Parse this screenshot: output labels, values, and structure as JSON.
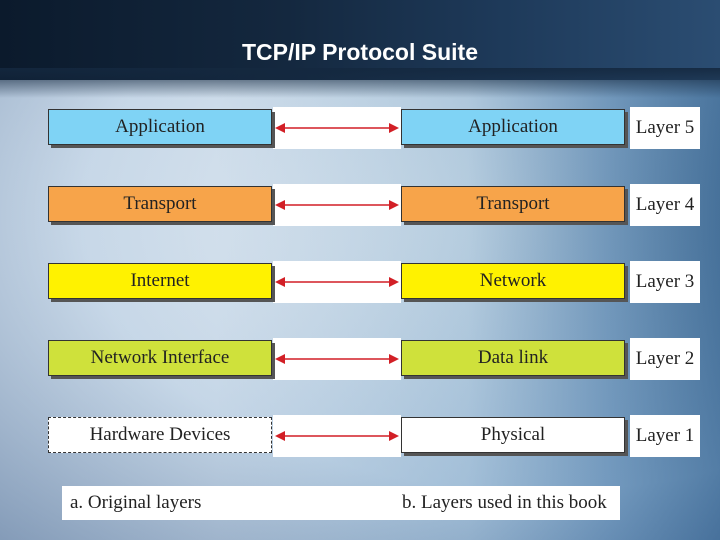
{
  "slide": {
    "title": "TCP/IP Protocol Suite"
  },
  "colors": {
    "application": "#7fd3f5",
    "transport": "#f7a44a",
    "internet": "#fff200",
    "network_interface": "#cfe13b",
    "hardware": "#ffffff",
    "arrow": "#d21f26"
  },
  "rows": [
    {
      "left": "Application",
      "right": "Application",
      "layer": "Layer 5"
    },
    {
      "left": "Transport",
      "right": "Transport",
      "layer": "Layer 4"
    },
    {
      "left": "Internet",
      "right": "Network",
      "layer": "Layer 3"
    },
    {
      "left": "Network Interface",
      "right": "Data link",
      "layer": "Layer 2"
    },
    {
      "left": "Hardware Devices",
      "right": "Physical",
      "layer": "Layer 1"
    }
  ],
  "captions": {
    "left": "a. Original layers",
    "right": "b. Layers used in this book"
  }
}
